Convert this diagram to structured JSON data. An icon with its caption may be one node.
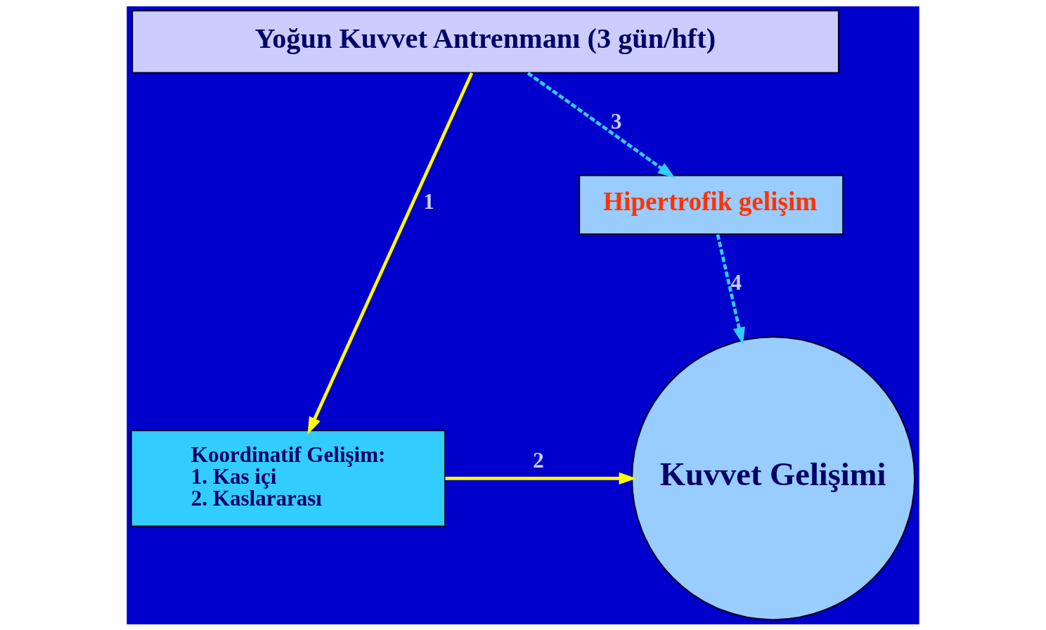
{
  "diagram": {
    "nodes": [
      {
        "text": [
          "Yoğun Kuvvet Antrenmanı (3 gün/hft)"
        ]
      },
      {
        "text": [
          "Koordinatif Gelişim:",
          "1. Kas içi",
          "2. Kaslararası"
        ]
      },
      {
        "text": [
          "Kuvvet Gelişimi"
        ]
      },
      {
        "text": [
          "Hipertrofik gelişim"
        ]
      }
    ],
    "edges": [
      {
        "from": 0,
        "to": 1,
        "arrow": "to",
        "label": "1",
        "color": "#ffff00"
      },
      {
        "from": 1,
        "to": 2,
        "arrow": "to",
        "label": "2",
        "color": "#ffff00"
      },
      {
        "from": 0,
        "to": 3,
        "arrow": "to",
        "label": "3",
        "style": "dashed",
        "color": "#33ccff"
      },
      {
        "from": 3,
        "to": 2,
        "arrow": "to",
        "label": "4",
        "style": "dashed",
        "color": "#33ccff"
      }
    ]
  }
}
